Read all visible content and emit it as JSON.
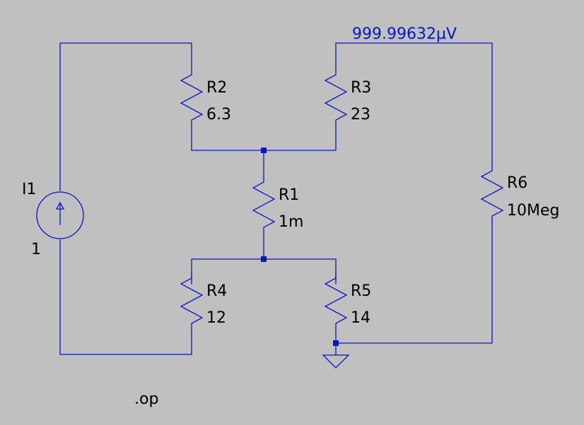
{
  "schematic": {
    "colors": {
      "background": "#c0c0c0",
      "wire": "#0a14c8",
      "text": "#000000",
      "probe_text": "#0a14c8"
    },
    "probe_voltage": "999.99632µV",
    "directive": ".op",
    "components": {
      "I1": {
        "name": "I1",
        "value": "1",
        "kind": "current-source"
      },
      "R1": {
        "name": "R1",
        "value": "1m",
        "kind": "resistor"
      },
      "R2": {
        "name": "R2",
        "value": "6.3",
        "kind": "resistor"
      },
      "R3": {
        "name": "R3",
        "value": "23",
        "kind": "resistor"
      },
      "R4": {
        "name": "R4",
        "value": "12",
        "kind": "resistor"
      },
      "R5": {
        "name": "R5",
        "value": "14",
        "kind": "resistor"
      },
      "R6": {
        "name": "R6",
        "value": "10Meg",
        "kind": "resistor"
      }
    },
    "ground_icon": "ground-icon"
  }
}
